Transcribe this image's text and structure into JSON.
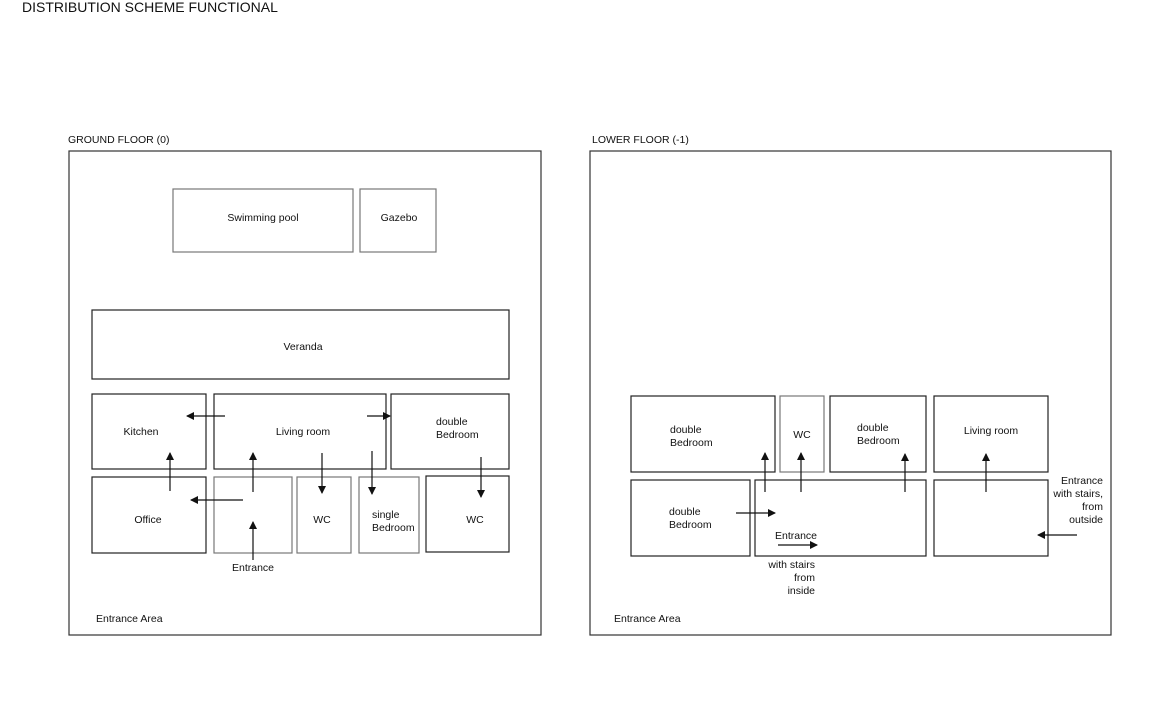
{
  "title": "DISTRIBUTION SCHEME FUNCTIONAL",
  "ground_floor": {
    "title": "GROUND FLOOR (0)",
    "rooms": {
      "swimming_pool": "Swimming pool",
      "gazebo": "Gazebo",
      "veranda": "Veranda",
      "kitchen": "Kitchen",
      "living_room": "Living room",
      "double_bedroom": [
        "double",
        "Bedroom"
      ],
      "office": "Office",
      "wc1": "WC",
      "single_bedroom": [
        "single",
        "Bedroom"
      ],
      "wc2": "WC"
    },
    "entrance": "Entrance",
    "entrance_area": "Entrance Area"
  },
  "lower_floor": {
    "title": "LOWER FLOOR (-1)",
    "rooms": {
      "double_bedroom_1": [
        "double",
        "Bedroom"
      ],
      "wc": "WC",
      "double_bedroom_2": [
        "double",
        "Bedroom"
      ],
      "living_room": "Living room",
      "double_bedroom_3": [
        "double",
        "Bedroom"
      ],
      "entrance": "Entrance"
    },
    "inside_note": [
      "with stairs",
      "from",
      "inside"
    ],
    "outside_note": [
      "Entrance",
      "with stairs,",
      "from",
      "outside"
    ],
    "entrance_area": "Entrance Area"
  }
}
